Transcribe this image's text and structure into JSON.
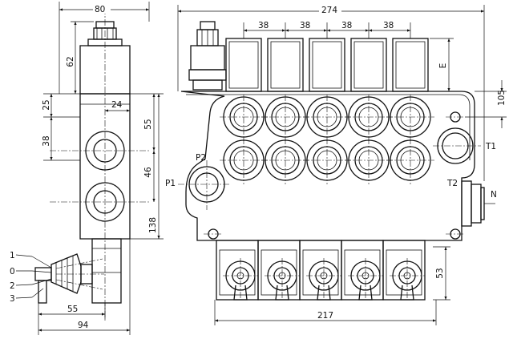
{
  "side_view": {
    "dims": {
      "width_top": "80",
      "height_62": "62",
      "height_25": "25",
      "width_24": "24",
      "height_55": "55",
      "height_38": "38",
      "height_46": "46",
      "height_138": "138",
      "width_55": "55",
      "width_94": "94"
    },
    "lever_positions": [
      "1",
      "0",
      "2",
      "3"
    ]
  },
  "front_view": {
    "dims": {
      "overall_width": "274",
      "spool_pitches": [
        "38",
        "38",
        "38",
        "38"
      ],
      "height_E": "E",
      "height_105": "105",
      "height_53": "53",
      "bottom_width": "217"
    },
    "port_labels": {
      "P1": "P1",
      "P2": "P2",
      "T1": "T1",
      "T2": "T2",
      "N": "N"
    },
    "sections": 5
  }
}
